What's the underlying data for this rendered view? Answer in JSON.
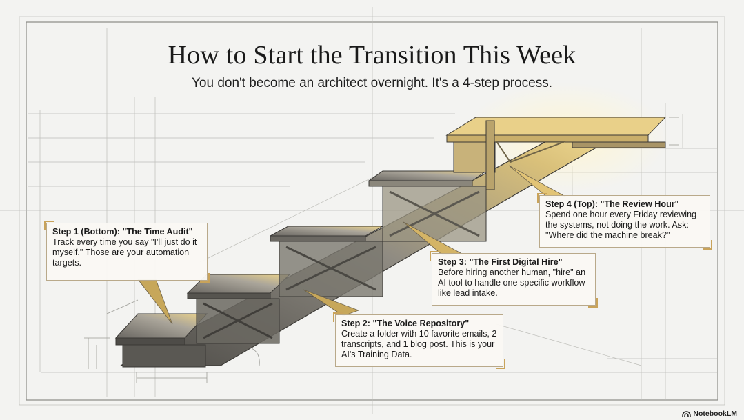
{
  "title": "How to Start the Transition This Week",
  "subtitle": "You don't become an architect overnight. It's a 4-step process.",
  "steps": [
    {
      "heading": "Step 1 (Bottom): \"The Time Audit\"",
      "body": "Track every time you say \"I'll just do it myself.\" Those are your automation targets."
    },
    {
      "heading": "Step 2: \"The Voice Repository\"",
      "body": "Create a folder with 10 favorite emails, 2 transcripts, and 1 blog post. This is your AI's Training Data."
    },
    {
      "heading": "Step 3: \"The First Digital Hire\"",
      "body": "Before hiring another human, \"hire\" an AI tool to handle one specific workflow like lead intake."
    },
    {
      "heading": "Step 4 (Top): \"The Review Hour\"",
      "body": "Spend one hour every Friday reviewing the systems, not doing the work. Ask: \"Where did the machine break?\""
    }
  ],
  "brand": "NotebookLM",
  "colors": {
    "background": "#f3f3f1",
    "line": "#8a8a86",
    "steel_dark": "#55534f",
    "steel_light": "#a9a59c",
    "gold": "#e6c873",
    "accent": "#c9a35a"
  },
  "icons": {
    "brand": "notebooklm-logo-icon"
  }
}
